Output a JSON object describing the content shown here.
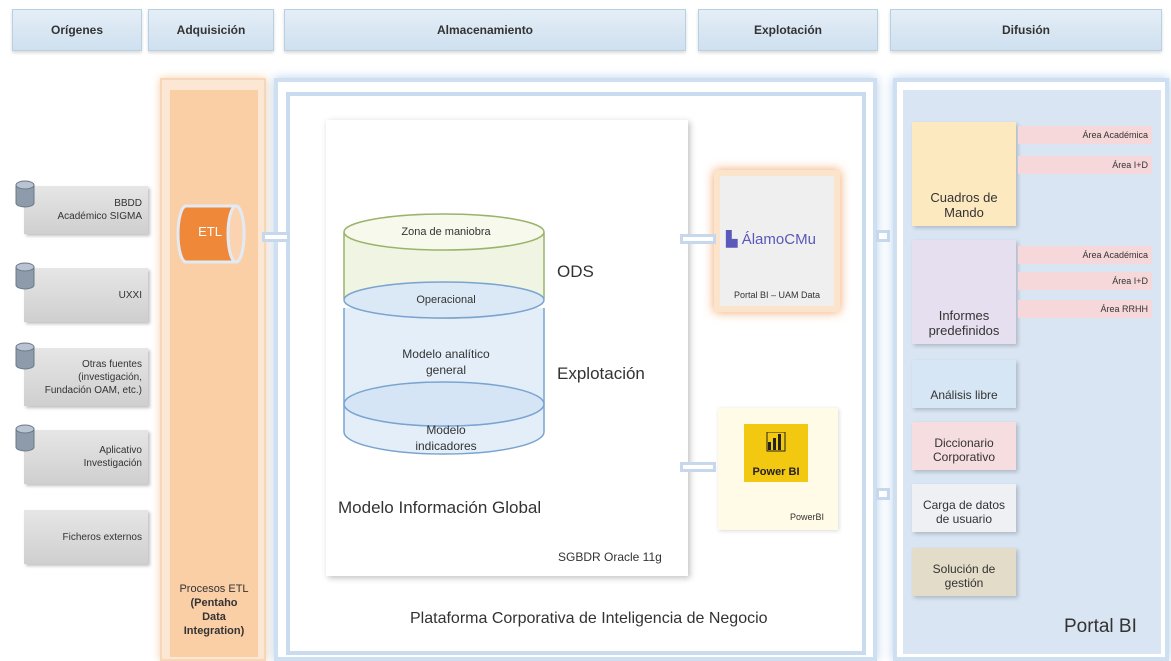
{
  "headers": [
    "Orígenes",
    "Adquisición",
    "Almacenamiento",
    "Explotación",
    "Difusión"
  ],
  "sources": [
    "BBDD\nAcadémico SIGMA",
    "UXXI",
    "Otras fuentes\n(investigación,\nFundación OAM, etc.)",
    "Aplicativo\nInvestigación",
    "Ficheros externos"
  ],
  "acquisition": {
    "etl_label": "ETL",
    "caption_line1": "Procesos ETL",
    "caption_line2": "(Pentaho",
    "caption_line3": "Data",
    "caption_line4": "Integration)"
  },
  "storage": {
    "zona_maniobra": "Zona de maniobra",
    "operacional": "Operacional",
    "modelo_analitico": "Modelo analítico\ngeneral",
    "modelo_indicadores": "Modelo\nindicadores",
    "ods": "ODS",
    "explotacion": "Explotación",
    "modelo_global": "Modelo Información Global",
    "sgbdr": "SGBDR Oracle 11g",
    "platform": "Plataforma Corporativa de Inteligencia de Negocio"
  },
  "exploitation": {
    "alamo_logo": "ÁlamoCMu",
    "alamo_caption": "Portal BI – UAM Data",
    "powerbi_logo": "Power BI",
    "powerbi_caption": "PowerBI"
  },
  "diffusion": {
    "cuadros": "Cuadros de\nMando",
    "cuadros_areas": [
      "Área Académica",
      "Área I+D"
    ],
    "informes": "Informes\npredefinidos",
    "informes_areas": [
      "Área Académica",
      "Área I+D",
      "Área RRHH"
    ],
    "analisis": "Análisis libre",
    "diccionario": "Diccionario\nCorporativo",
    "carga": "Carga de datos\nde usuario",
    "solucion": "Solución de\ngestión",
    "portal": "Portal BI"
  },
  "colors": {
    "etl_orange": "#f0883a",
    "cuadros_bg": "#fde9c0",
    "informes_bg": "#e6dff0",
    "analisis_bg": "#d6e6f4",
    "diccionario_bg": "#f5dde0",
    "carga_bg": "#eef0f3",
    "solucion_bg": "#e3dcc8",
    "powerbi_yellow": "#f2c811"
  }
}
